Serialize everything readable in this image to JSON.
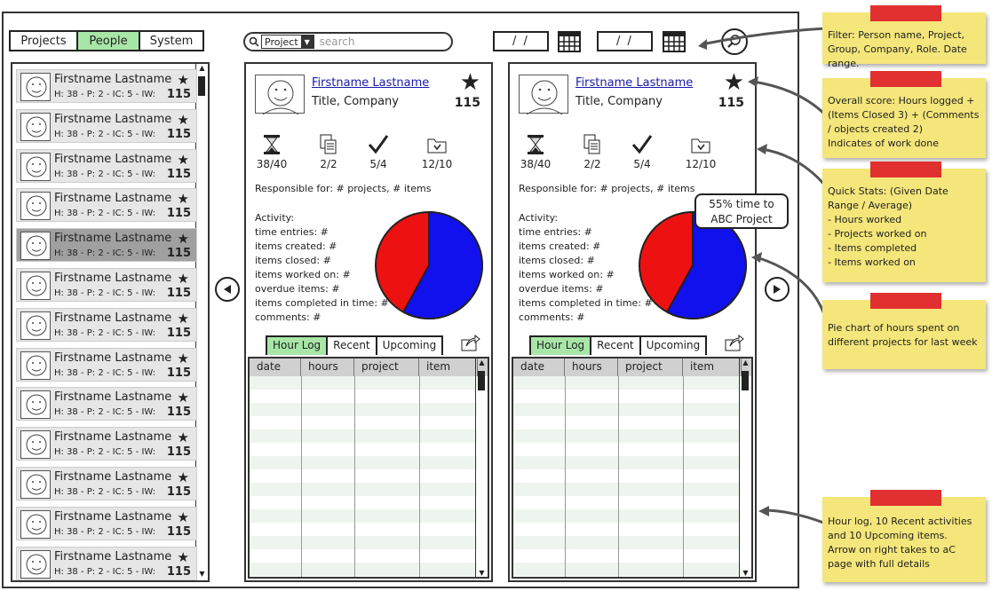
{
  "nav": {
    "tabs": [
      "Projects",
      "People",
      "System"
    ],
    "active": 1
  },
  "search": {
    "scope": "Project",
    "placeholder": "search"
  },
  "dates": {
    "from": "/ /",
    "to": "/ /"
  },
  "people": [
    {
      "name": "Firstname Lastname",
      "stats": "H: 38 - P: 2 - IC: 5 - IW:",
      "score": "115"
    },
    {
      "name": "Firstname Lastname",
      "stats": "H: 38 - P: 2 - IC: 5 - IW:",
      "score": "115"
    },
    {
      "name": "Firstname Lastname",
      "stats": "H: 38 - P: 2 - IC: 5 - IW:",
      "score": "115"
    },
    {
      "name": "Firstname Lastname",
      "stats": "H: 38 - P: 2 - IC: 5 - IW:",
      "score": "115"
    },
    {
      "name": "Firstname Lastname",
      "stats": "H: 38 - P: 2 - IC: 5 - IW:",
      "score": "115"
    },
    {
      "name": "Firstname Lastname",
      "stats": "H: 38 - P: 2 - IC: 5 - IW:",
      "score": "115"
    },
    {
      "name": "Firstname Lastname",
      "stats": "H: 38 - P: 2 - IC: 5 - IW:",
      "score": "115"
    },
    {
      "name": "Firstname Lastname",
      "stats": "H: 38 - P: 2 - IC: 5 - IW:",
      "score": "115"
    },
    {
      "name": "Firstname Lastname",
      "stats": "H: 38 - P: 2 - IC: 5 - IW:",
      "score": "115"
    },
    {
      "name": "Firstname Lastname",
      "stats": "H: 38 - P: 2 - IC: 5 - IW:",
      "score": "115"
    },
    {
      "name": "Firstname Lastname",
      "stats": "H: 38 - P: 2 - IC: 5 - IW:",
      "score": "115"
    },
    {
      "name": "Firstname Lastname",
      "stats": "H: 38 - P: 2 - IC: 5 - IW:",
      "score": "115"
    },
    {
      "name": "Firstname Lastname",
      "stats": "H: 38 - P: 2 - IC: 5 - IW:",
      "score": "115"
    }
  ],
  "selected_person": 4,
  "cards": [
    {
      "name": "Firstname Lastname",
      "title": "Title, Company",
      "score": "115",
      "stats": [
        "38/40",
        "2/2",
        "5/4",
        "12/10"
      ],
      "responsible": "Responsible for: # projects, # items",
      "activity": [
        "Activity:",
        "time entries: #",
        "items created: #",
        "items closed: #",
        "items worked on: #",
        "overdue items: #",
        "items completed in time: #",
        "comments: #"
      ],
      "tabs": [
        "Hour Log",
        "Recent",
        "Upcoming"
      ],
      "columns": [
        "date",
        "hours",
        "project",
        "item"
      ]
    },
    {
      "name": "Firstname Lastname",
      "title": "Title, Company",
      "score": "115",
      "stats": [
        "38/40",
        "2/2",
        "5/4",
        "12/10"
      ],
      "responsible": "Responsible for: # projects, # items",
      "activity": [
        "Activity:",
        "time entries: #",
        "items created: #",
        "items closed: #",
        "items worked on: #",
        "overdue items: #",
        "items completed in time: #",
        "comments: #"
      ],
      "tabs": [
        "Hour Log",
        "Recent",
        "Upcoming"
      ],
      "columns": [
        "date",
        "hours",
        "project",
        "item"
      ]
    }
  ],
  "pie_red_fraction": 0.42,
  "callout": {
    "line1": "55% time to",
    "line2": "ABC Project"
  },
  "notes": [
    "Filter: Person name, Project, Group, Company, Role. Date range.",
    "Overall score: Hours logged + (Items Closed  3) + (Comments / objects created  2)\nIndicates of work done",
    "Quick Stats: (Given Date Range / Average)\n- Hours worked\n- Projects worked on\n- Items completed\n- Items worked on",
    "Pie chart of hours spent on different projects for last week",
    "Hour log, 10 Recent activities and 10 Upcoming items.\nArrow on right takes to aC page with full details"
  ],
  "colors": {
    "active_tab": "#a8e6a8",
    "pie_red": "#ee1111",
    "pie_blue": "#1111ee",
    "note": "#f4e67a",
    "tape": "#e03030",
    "link": "#1a1aa8"
  }
}
